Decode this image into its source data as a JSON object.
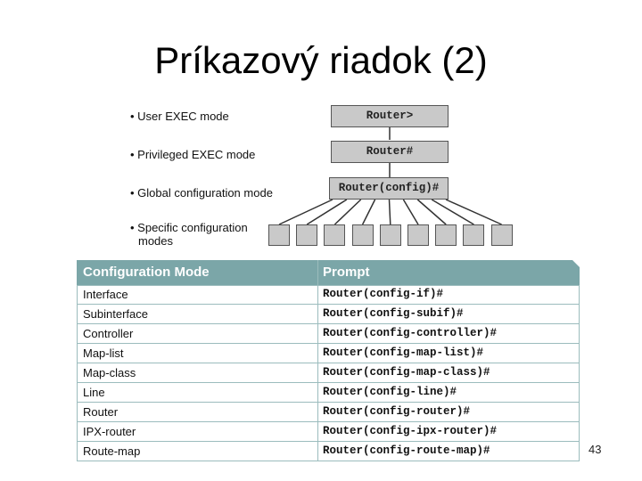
{
  "slide": {
    "title": "Príkazový riadok (2)",
    "page_number": "43"
  },
  "modes": {
    "bullets": [
      "• User EXEC mode",
      "• Privileged EXEC mode",
      "• Global configuration mode",
      "• Specific configuration",
      "modes"
    ],
    "prompts": [
      "Router>",
      "Router#",
      "Router(config)#"
    ],
    "sub_box_count": 9
  },
  "table": {
    "header": {
      "mode": "Configuration Mode",
      "prompt": "Prompt"
    },
    "rows": [
      {
        "mode": "Interface",
        "prompt": "Router(config-if)#"
      },
      {
        "mode": "Subinterface",
        "prompt": "Router(config-subif)#"
      },
      {
        "mode": "Controller",
        "prompt": "Router(config-controller)#"
      },
      {
        "mode": "Map-list",
        "prompt": "Router(config-map-list)#"
      },
      {
        "mode": "Map-class",
        "prompt": "Router(config-map-class)#"
      },
      {
        "mode": "Line",
        "prompt": "Router(config-line)#"
      },
      {
        "mode": "Router",
        "prompt": "Router(config-router)#"
      },
      {
        "mode": "IPX-router",
        "prompt": "Router(config-ipx-router)#"
      },
      {
        "mode": "Route-map",
        "prompt": "Router(config-route-map)#"
      }
    ]
  },
  "colors": {
    "header_bg": "#7ba6a8",
    "box_fill": "#c9c9c9",
    "row_line": "#9bbcbd"
  }
}
